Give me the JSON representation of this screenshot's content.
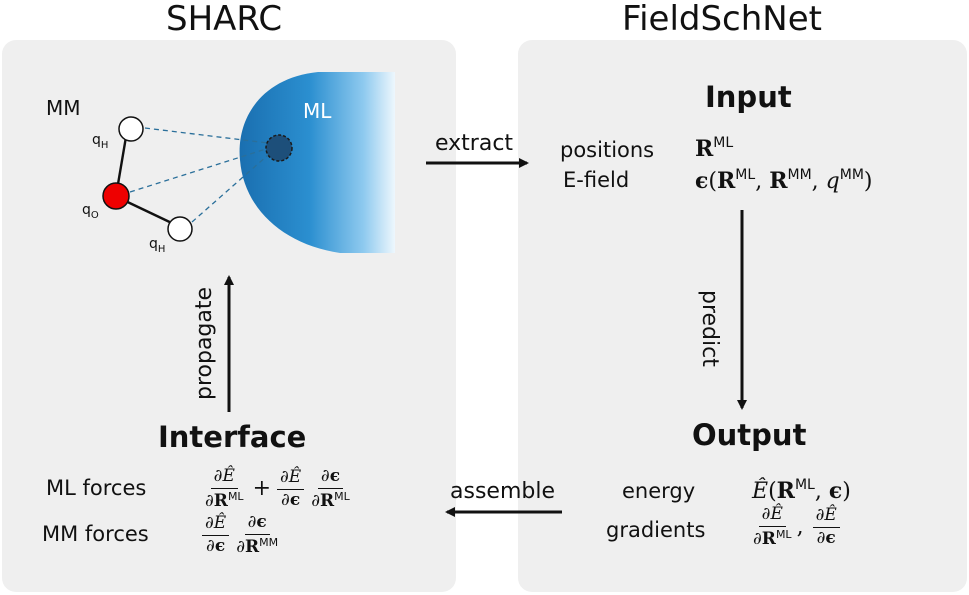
{
  "titles": {
    "left": "SHARC",
    "right": "FieldSchNet"
  },
  "molecule": {
    "mm_label": "MM",
    "ml_label": "ML",
    "qH": "q",
    "qH_sub": "H",
    "qO": "q",
    "qO_sub": "O"
  },
  "arrows": {
    "extract": "extract",
    "predict": "predict",
    "assemble": "assemble",
    "propagate": "propagate"
  },
  "input": {
    "heading": "Input",
    "positions_label": "positions",
    "efield_label": "E-field"
  },
  "output": {
    "heading": "Output",
    "energy_label": "energy",
    "gradients_label": "gradients"
  },
  "interface": {
    "heading": "Interface",
    "ml_forces_label": "ML forces",
    "mm_forces_label": "MM forces"
  },
  "math": {
    "R": "R",
    "ML": "ML",
    "MM": "MM",
    "eps": "ϵ",
    "q": "q",
    "E_hat": "Ê",
    "d": "∂"
  },
  "colors": {
    "ml_blue": "#1a7fc4",
    "oxygen": "#ee0000",
    "panel": "#efefef"
  },
  "icons": {
    "oxygen_atom": "red-circle",
    "hydrogen_atom": "white-circle",
    "ml_region": "blue-gradient-half-disc"
  }
}
